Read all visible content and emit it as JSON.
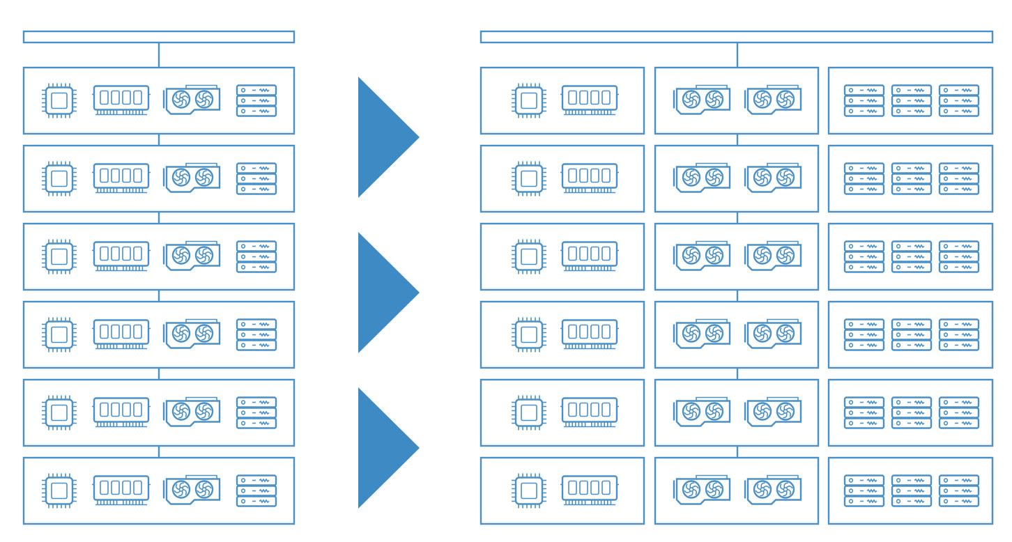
{
  "colors": {
    "stroke": "#4a90c8",
    "arrow": "#3d8ac4",
    "background": "#ffffff"
  },
  "left_side": {
    "rows": 6,
    "row_components": [
      "cpu-icon",
      "memory-module-icon",
      "gpu-icon",
      "storage-stack-icon"
    ]
  },
  "arrows": {
    "count": 3,
    "icon": "right-triangle-arrow-icon"
  },
  "right_side": {
    "rows": 6,
    "columns": [
      {
        "name": "compute-pool",
        "components": [
          "cpu-icon",
          "memory-module-icon"
        ]
      },
      {
        "name": "gpu-pool",
        "components": [
          "gpu-icon",
          "gpu-icon"
        ]
      },
      {
        "name": "storage-pool",
        "components": [
          "storage-stack-icon",
          "storage-stack-icon",
          "storage-stack-icon"
        ]
      }
    ]
  }
}
